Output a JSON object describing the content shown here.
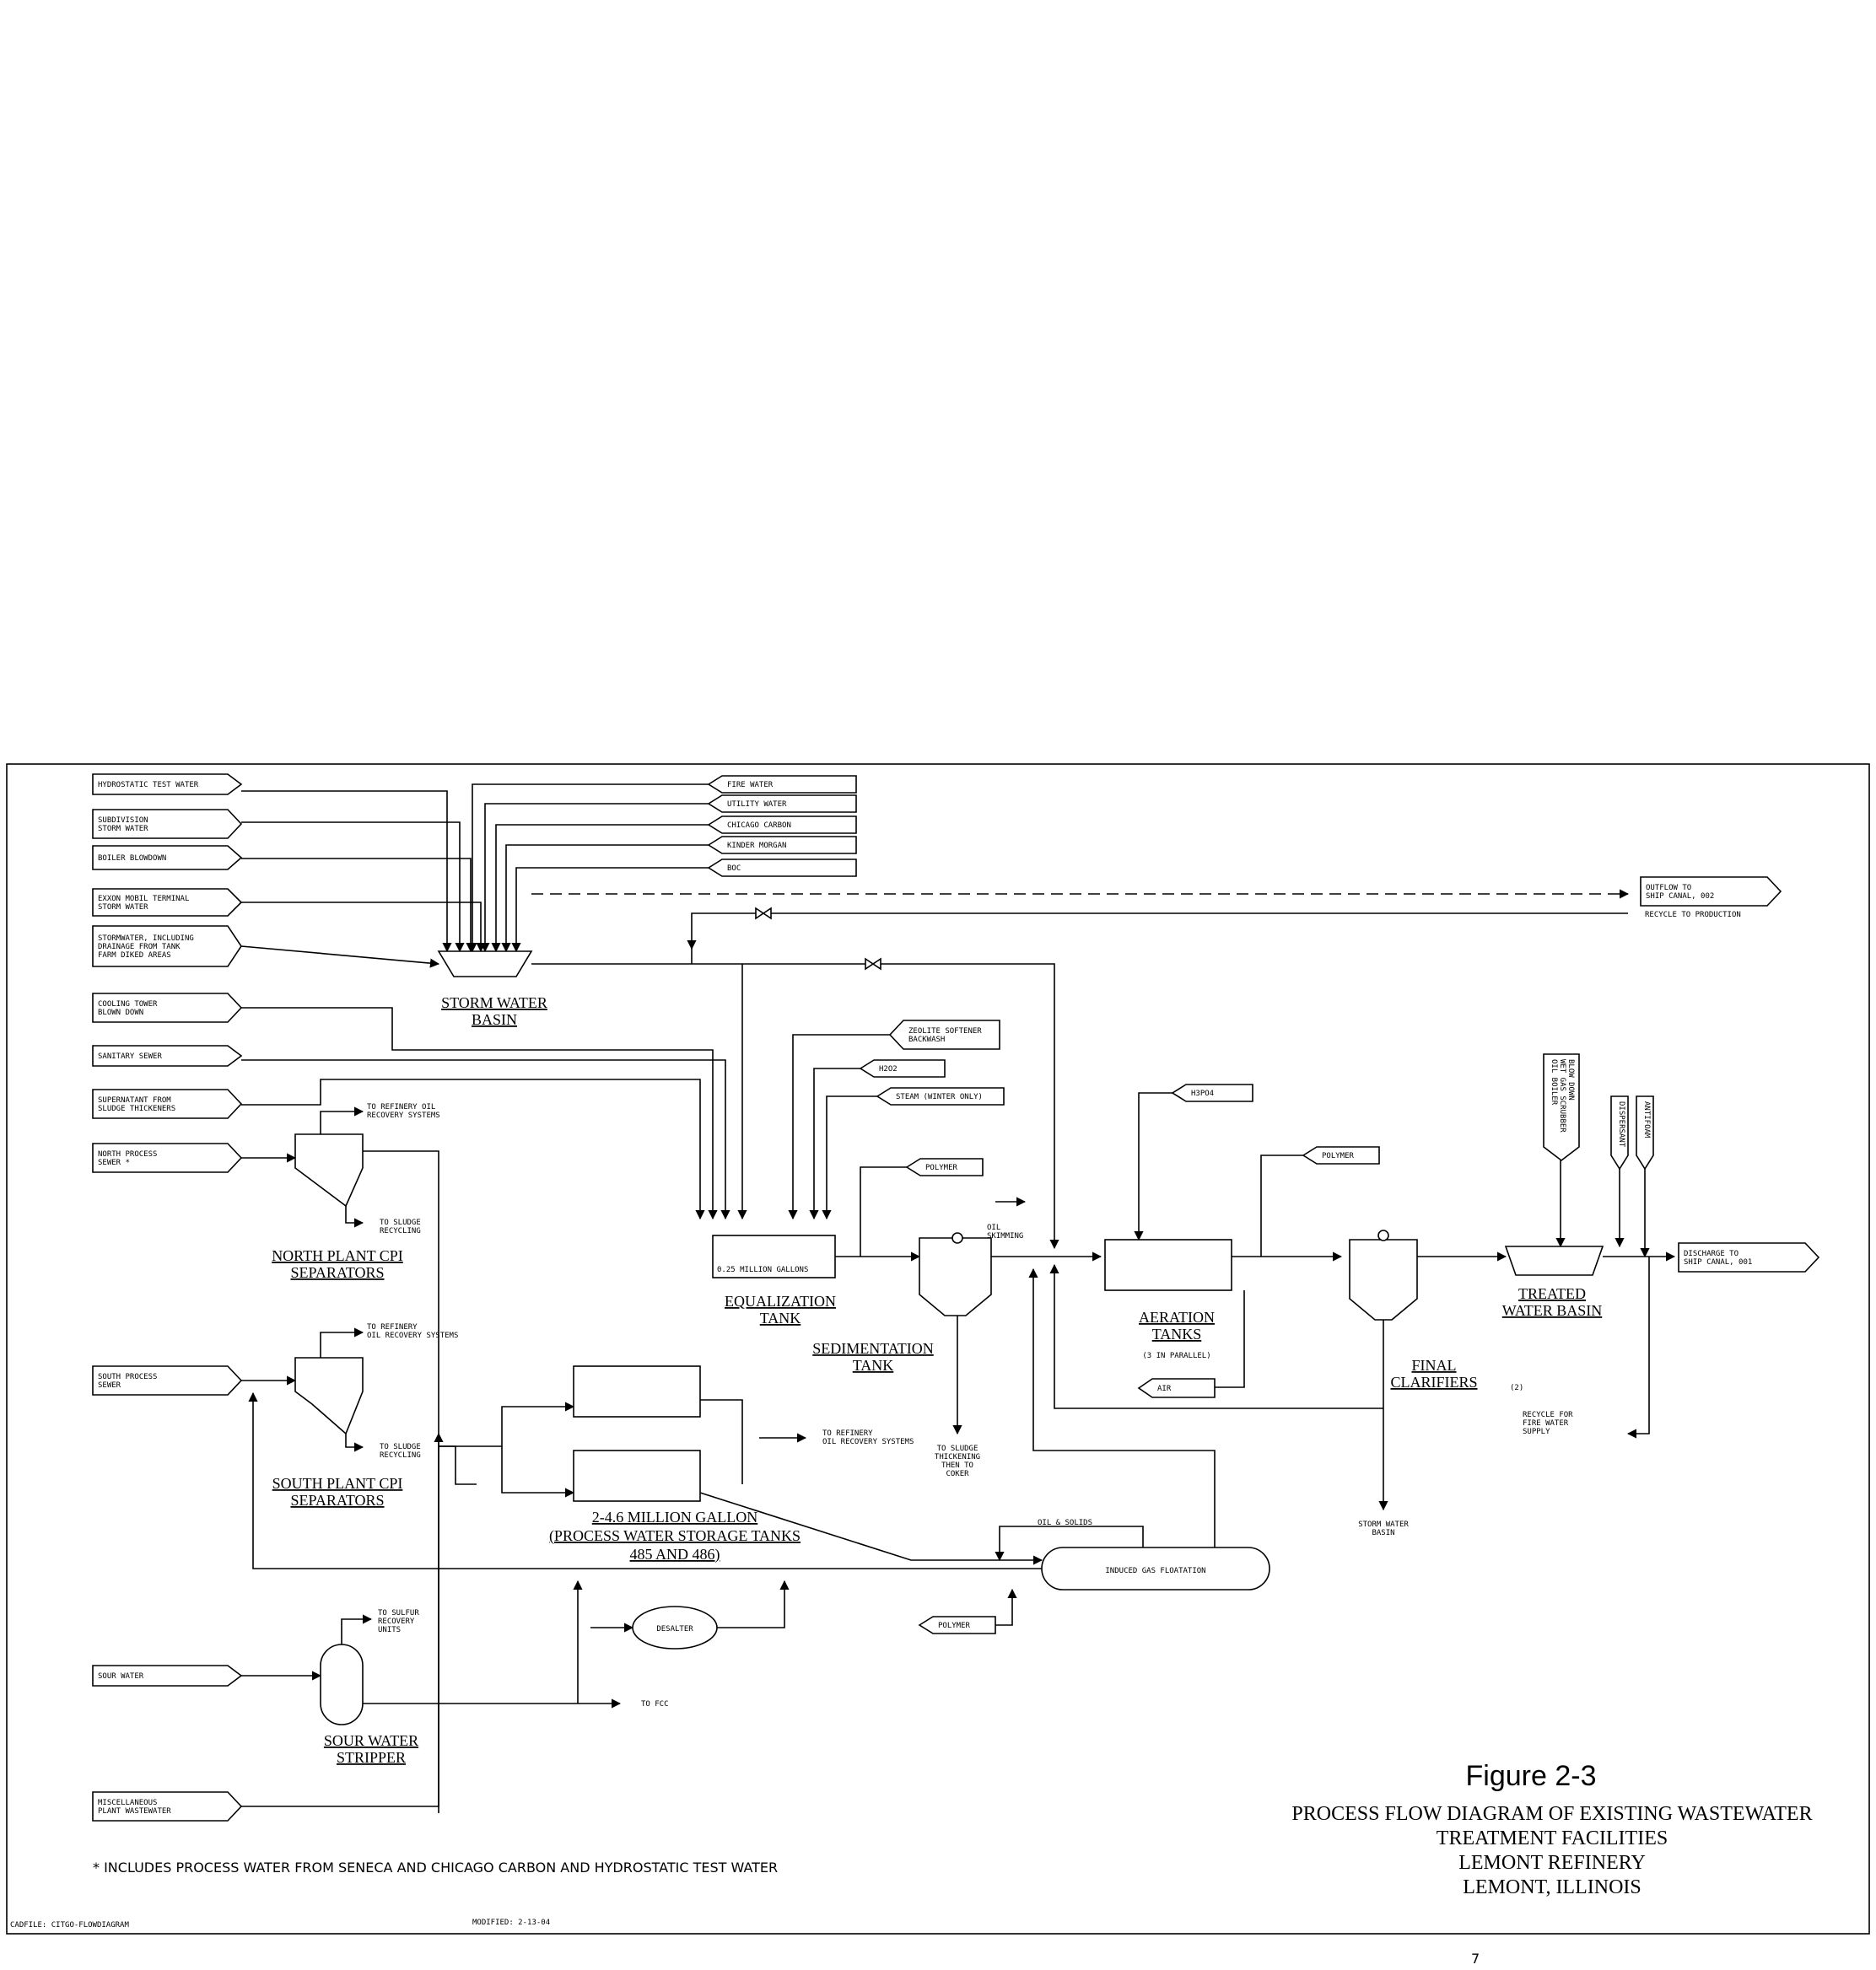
{
  "inputs_left": [
    "HYDROSTATIC TEST WATER",
    "SUBDIVISION|STORM WATER",
    "BOILER BLOWDOWN",
    "EXXON MOBIL TERMINAL|STORM WATER",
    "STORMWATER, INCLUDING|DRAINAGE FROM TANK|FARM DIKED AREAS",
    "COOLING TOWER|BLOWN DOWN",
    "SANITARY SEWER",
    "SUPERNATANT FROM|SLUDGE THICKENERS",
    "NORTH PROCESS|SEWER *",
    "SOUTH PROCESS|SEWER",
    "SOUR WATER",
    "MISCELLANEOUS|PLANT WASTEWATER"
  ],
  "inputs_top": [
    "FIRE WATER",
    "UTILITY WATER",
    "CHICAGO CARBON",
    "KINDER MORGAN",
    "BOC"
  ],
  "outflow_002": "OUTFLOW TO|SHIP CANAL, 002",
  "recycle_production": "RECYCLE TO PRODUCTION",
  "storm_basin": "STORM WATER|BASIN",
  "eq_inputs": [
    "ZEOLITE SOFTENER|BACKWASH",
    "H2O2",
    "STEAM (WINTER ONLY)"
  ],
  "polymer": "POLYMER",
  "h3po4": "H3PO4",
  "air": "AIR",
  "eq_capacity": "0.25 MILLION GALLONS",
  "eq_tank": "EQUALIZATION|TANK",
  "sed_tank": "SEDIMENTATION|TANK",
  "oil_skimming": "OIL|SKIMMING",
  "aeration": "AERATION|TANKS",
  "aeration_sub": "(3 IN PARALLEL)",
  "final_clarifiers": "FINAL|CLARIFIERS",
  "final_clarifiers_count": "(2)",
  "treated_basin": "TREATED|WATER BASIN",
  "treated_inputs": [
    "OIL BOILER|WET GAS SCRUBBER|BLOW DOWN",
    "DISPERSANT",
    "ANTIFOAM"
  ],
  "discharge_001": "DISCHARGE TO|SHIP CANAL, 001",
  "recycle_fire": "RECYCLE FOR|FIRE WATER|SUPPLY",
  "north_cpi": "NORTH PLANT CPI|SEPARATORS",
  "south_cpi": "SOUTH PLANT CPI|SEPARATORS",
  "to_refinery_oil_1": "TO REFINERY OIL|RECOVERY SYSTEMS",
  "to_refinery_oil_2": "TO REFINERY|OIL RECOVERY SYSTEMS",
  "to_refinery_oil_3": "TO REFINERY|OIL RECOVERY SYSTEMS",
  "to_sludge_recycling": "TO SLUDGE|RECYCLING",
  "storage_tanks": "2-4.6 MILLION GALLON|(PROCESS WATER STORAGE TANKS|485 AND 486)",
  "to_sludge_thickening": "TO SLUDGE|THICKENING|THEN TO|COKER",
  "storm_water_basin_small": "STORM WATER|BASIN",
  "oil_solids": "OIL & SOLIDS",
  "igf": "INDUCED GAS FLOATATION",
  "desalter": "DESALTER",
  "to_sulfur": "TO SULFUR|RECOVERY|UNITS",
  "to_fcc": "TO FCC",
  "sour_stripper": "SOUR WATER|STRIPPER",
  "figure_number": "Figure 2-3",
  "figure_title": [
    "PROCESS FLOW DIAGRAM OF EXISTING WASTEWATER",
    "TREATMENT FACILITIES",
    "LEMONT REFINERY",
    "LEMONT, ILLINOIS"
  ],
  "footnote": "* INCLUDES PROCESS WATER FROM SENECA AND CHICAGO CARBON AND HYDROSTATIC TEST WATER",
  "cadfile": "CADFILE: CITGO-FLOWDIAGRAM",
  "modified": "MODIFIED: 2-13-04",
  "page_number": "7"
}
